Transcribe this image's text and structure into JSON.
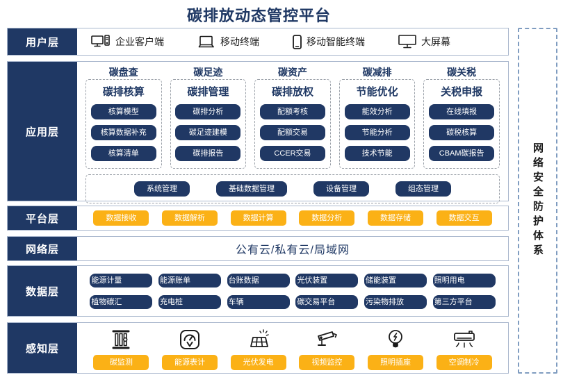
{
  "title": "碳排放动态管控平台",
  "colors": {
    "navy": "#1F3864",
    "yellow": "#FBB116",
    "row_border": "#A9B7CD",
    "security_border": "#7F9CC0"
  },
  "security": {
    "label": "网络安全防护体系"
  },
  "user_layer": {
    "label": "用户层",
    "items": [
      {
        "icon": "desktop-pc-icon",
        "label": "企业客户端"
      },
      {
        "icon": "laptop-icon",
        "label": "移动终端"
      },
      {
        "icon": "smartphone-icon",
        "label": "移动智能终端"
      },
      {
        "icon": "big-screen-icon",
        "label": "大屏幕"
      }
    ]
  },
  "app_layer": {
    "label": "应用层",
    "columns": [
      {
        "header": "碳盘查",
        "subtitle": "碳排核算",
        "items": [
          "核算模型",
          "核算数据补充",
          "核算清单"
        ]
      },
      {
        "header": "碳足迹",
        "subtitle": "碳排管理",
        "items": [
          "碳排分析",
          "碳足迹建模",
          "碳排报告"
        ]
      },
      {
        "header": "碳资产",
        "subtitle": "碳排放权",
        "items": [
          "配额考核",
          "配额交易",
          "CCER交易"
        ]
      },
      {
        "header": "碳减排",
        "subtitle": "节能优化",
        "items": [
          "能效分析",
          "节能分析",
          "技术节能"
        ]
      },
      {
        "header": "碳关税",
        "subtitle": "关税申报",
        "items": [
          "在线填报",
          "碳税核算",
          "CBAM碳报告"
        ]
      }
    ],
    "common_items": [
      "系统管理",
      "基础数据管理",
      "设备管理",
      "组态管理"
    ]
  },
  "platform_layer": {
    "label": "平台层",
    "items": [
      "数据接收",
      "数据解析",
      "数据计算",
      "数据分析",
      "数据存储",
      "数据交互"
    ]
  },
  "network_layer": {
    "label": "网络层",
    "content": "公有云/私有云/局域网"
  },
  "data_layer": {
    "label": "数据层",
    "row1": [
      "能源计量",
      "能源账单",
      "台账数据",
      "光伏装置",
      "储能装置",
      "照明用电"
    ],
    "row2": [
      "植物碳汇",
      "充电桩",
      "车辆",
      "碳交易平台",
      "污染物排放",
      "第三方平台"
    ]
  },
  "perception_layer": {
    "label": "感知层",
    "items": [
      {
        "icon": "carbon-monitor-icon",
        "label": "碳监测"
      },
      {
        "icon": "energy-meter-icon",
        "label": "能源表计"
      },
      {
        "icon": "solar-panel-icon",
        "label": "光伏发电"
      },
      {
        "icon": "cctv-camera-icon",
        "label": "视频监控"
      },
      {
        "icon": "light-bulb-icon",
        "label": "照明插座"
      },
      {
        "icon": "air-conditioner-icon",
        "label": "空调制冷"
      }
    ]
  }
}
